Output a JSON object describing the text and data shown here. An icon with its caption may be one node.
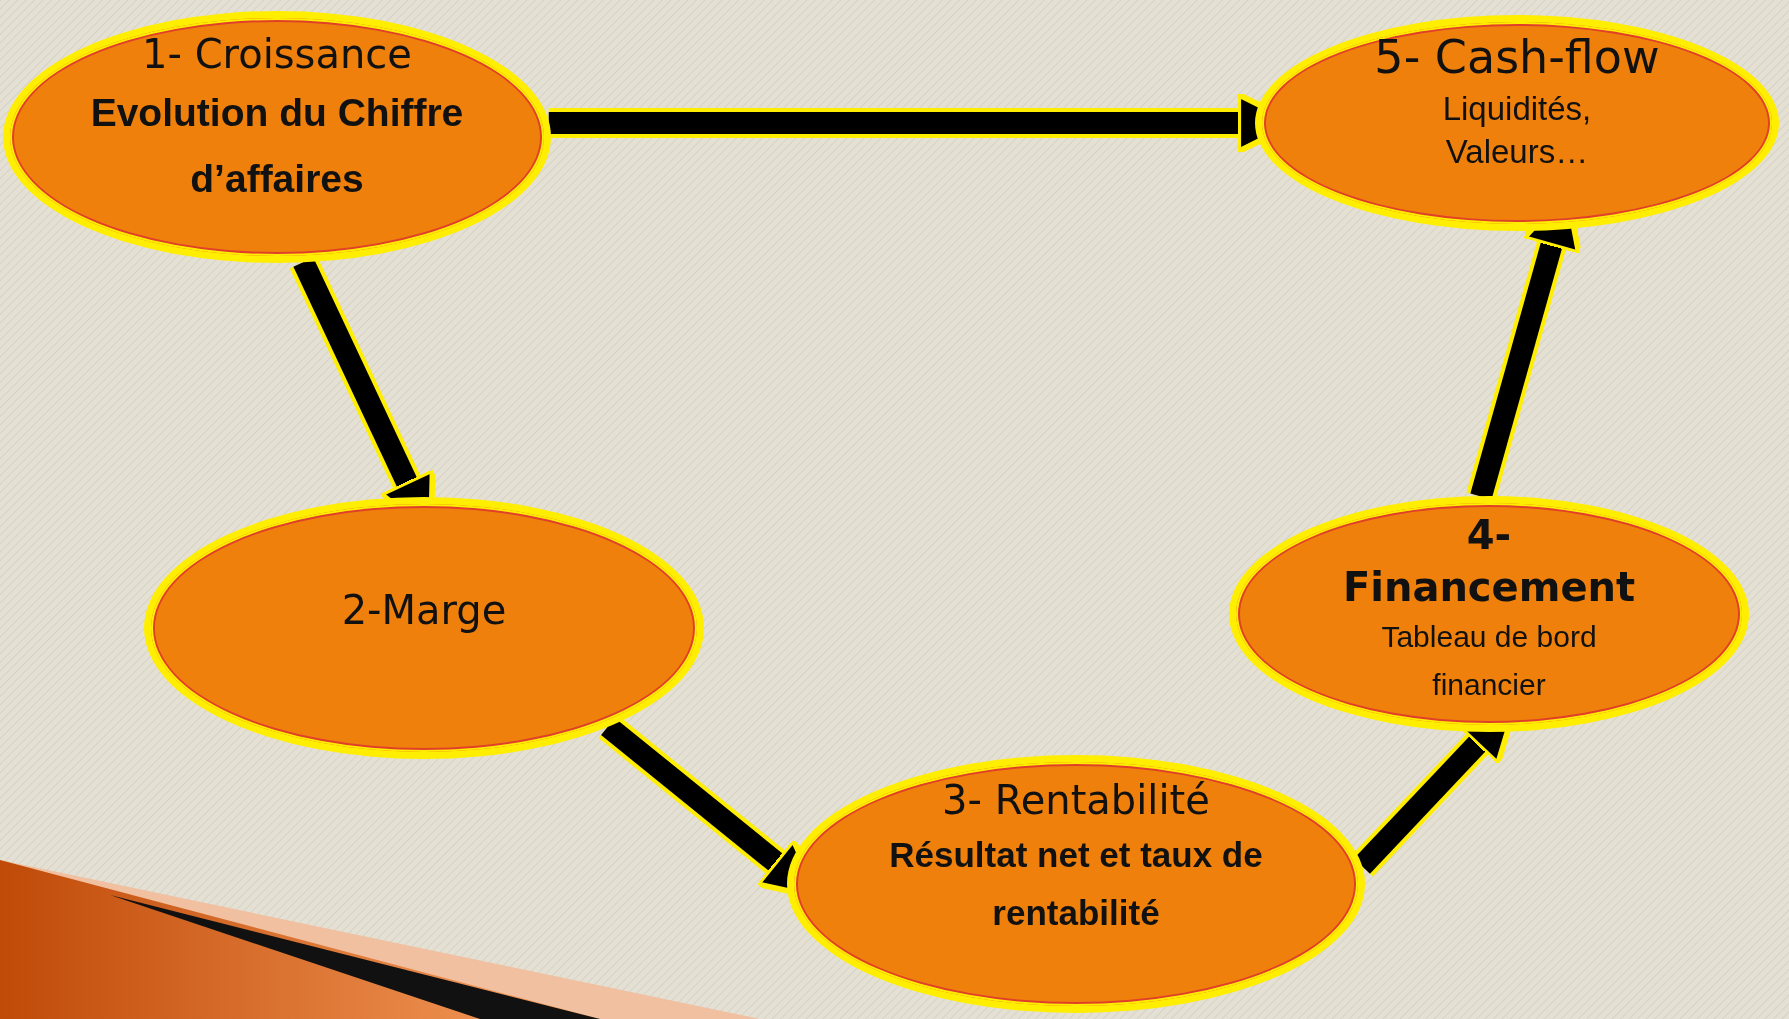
{
  "diagram": {
    "nodes": [
      {
        "text": [
          "1- Croissance",
          "Evolution du Chiffre d’affaires"
        ]
      },
      {
        "text": [
          "2-Marge"
        ]
      },
      {
        "text": [
          "3- Rentabilité",
          "Résultat net et taux de rentabilité"
        ]
      },
      {
        "text": [
          "4- Financement",
          "Tableau de bord financier"
        ]
      },
      {
        "text": [
          "5- Cash-flow",
          "Liquidités, Valeurs…"
        ]
      }
    ],
    "edges": [
      {
        "from": 0,
        "to": 4,
        "arrow": "to"
      },
      {
        "from": 0,
        "to": 1,
        "arrow": "to"
      },
      {
        "from": 1,
        "to": 2,
        "arrow": "to"
      },
      {
        "from": 2,
        "to": 3,
        "arrow": "to"
      },
      {
        "from": 3,
        "to": 4,
        "arrow": "to"
      }
    ]
  }
}
